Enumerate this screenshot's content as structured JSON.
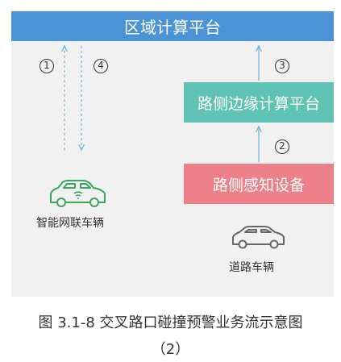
{
  "nodes": {
    "regional_platform": "区域计算平台",
    "roadside_edge_platform": "路侧边缘计算平台",
    "roadside_sensing": "路侧感知设备"
  },
  "vehicles": {
    "connected_vehicle": "智能网联车辆",
    "road_vehicle": "道路车辆"
  },
  "step_numbers": [
    "1",
    "4",
    "3",
    "2"
  ],
  "caption": {
    "line1": "图 3.1-8  交叉路口碰撞预警业务流示意图",
    "line2": "（2）"
  },
  "colors": {
    "regional_platform": "#4a93d6",
    "edge_platform": "#5ec2b4",
    "sensing_device": "#ec8189",
    "arrows": "#6fb0d8",
    "connected_car": "#3aa65b",
    "road_car": "#666666"
  },
  "icons": [
    "connected-car-icon",
    "car-icon"
  ]
}
